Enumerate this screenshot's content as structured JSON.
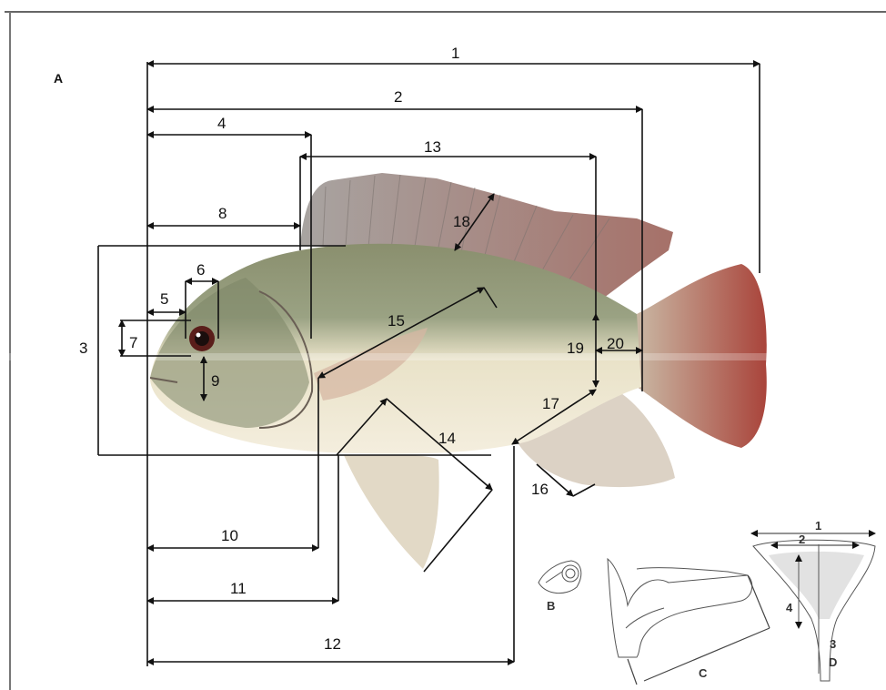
{
  "panel_labels": {
    "a": "A",
    "b": "B",
    "c": "C",
    "d": "D"
  },
  "measurements": [
    "1",
    "2",
    "3",
    "4",
    "5",
    "6",
    "7",
    "8",
    "9",
    "10",
    "11",
    "12",
    "13",
    "14",
    "15",
    "16",
    "17",
    "18",
    "19",
    "20"
  ],
  "bone_labels": [
    "1",
    "2",
    "3",
    "4"
  ]
}
